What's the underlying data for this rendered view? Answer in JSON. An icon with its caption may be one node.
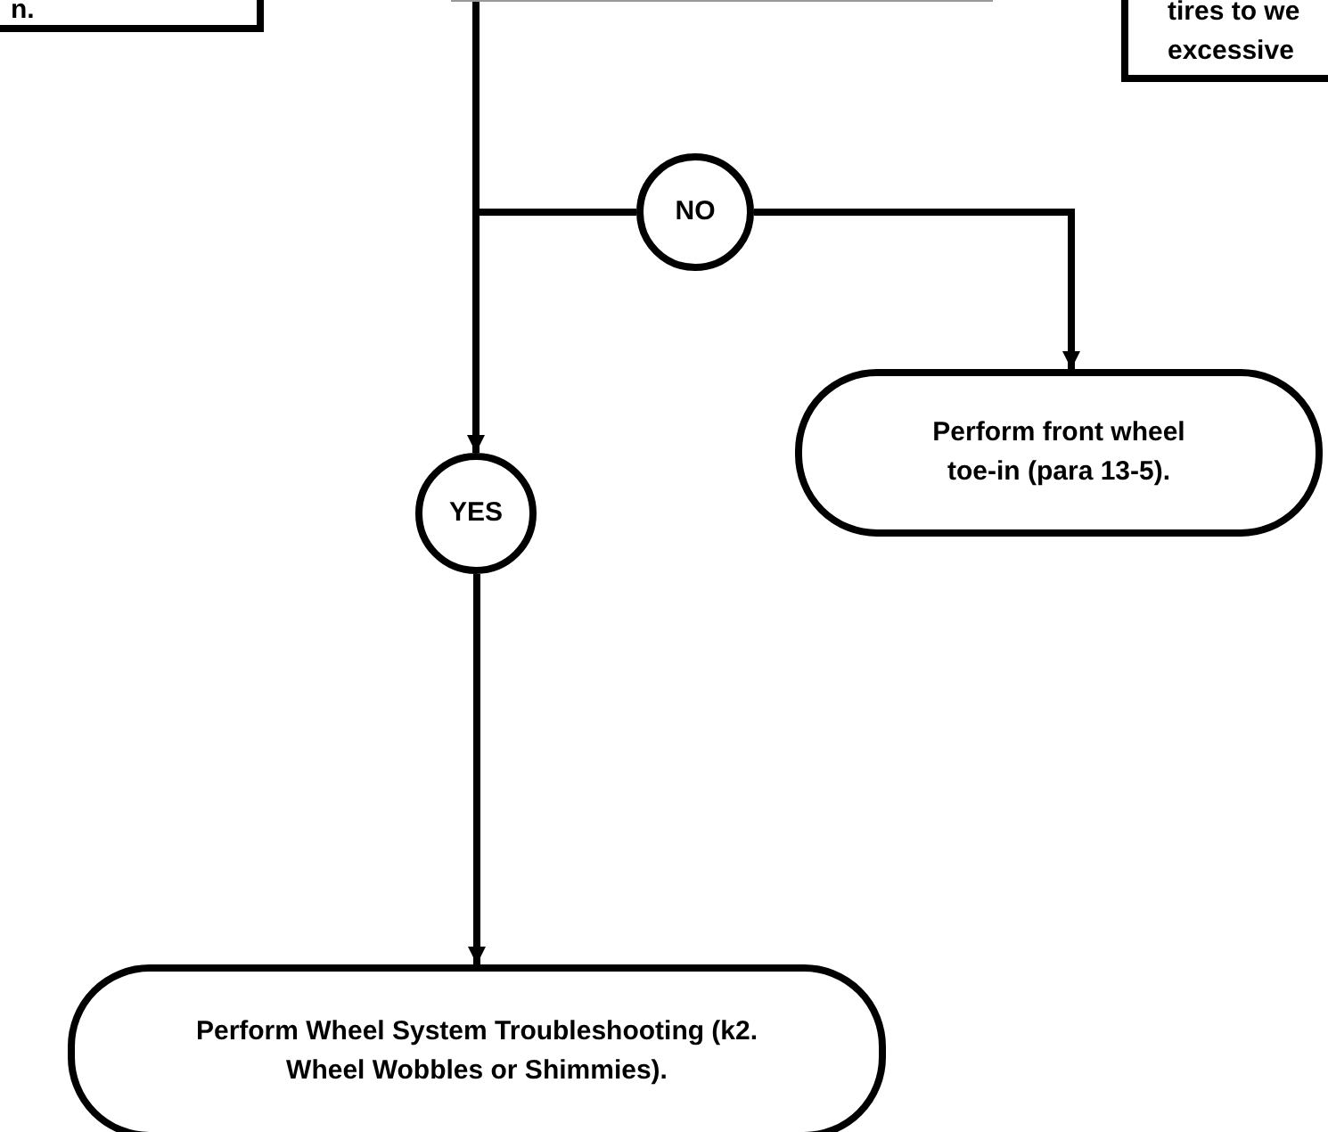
{
  "diagram": {
    "nodes": [
      {
        "text": [
          "n."
        ]
      },
      {
        "text": [],
        "shape": "box"
      },
      {
        "text": [
          "tires to we excessive"
        ]
      },
      {
        "text": [
          "NO"
        ]
      },
      {
        "text": [
          "YES"
        ]
      },
      {
        "text": [
          "Perform front wheel toe-in (para 13-5)."
        ]
      },
      {
        "text": [
          "Perform Wheel System Troubleshooting (k2. Wheel Wobbles or Shimmies)."
        ]
      }
    ],
    "edges": [
      {
        "from": 1,
        "to": 3,
        "arrow": "none"
      },
      {
        "from": 1,
        "to": 4,
        "arrow": "to"
      },
      {
        "from": 3,
        "to": 5,
        "arrow": "to"
      },
      {
        "from": 4,
        "to": 6,
        "arrow": "to"
      }
    ]
  }
}
